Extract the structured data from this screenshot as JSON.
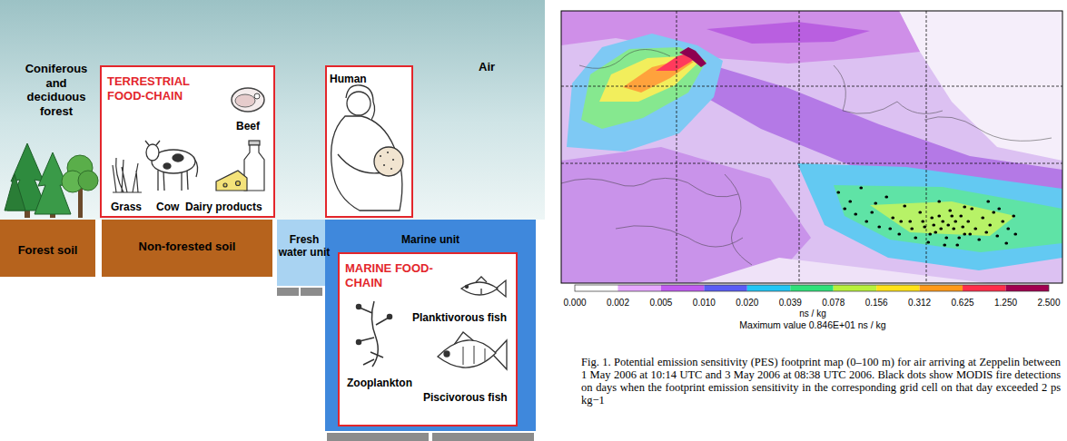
{
  "diagram": {
    "caption": "Fig. 1. Potential emission sensitivity (PES) footprint map (0–100 m) for air arriving at Zeppelin between 1 May 2006 at 10:14 UTC and 3 May 2006 at 08:38 UTC 2006. Black dots show MODIS fire detections on days when the footprint emission sensitivity in the corresponding grid cell on that day exceeded 2 ps kg−1",
    "nodes": [
      {
        "text": [
          "TERRESTRIAL FOOD-CHAIN",
          "Beef",
          "Grass",
          "Cow",
          "Dairy products"
        ]
      },
      {
        "text": [
          "Human"
        ]
      },
      {
        "text": [
          "Forest soil"
        ]
      },
      {
        "text": [
          "Non-forested soil"
        ]
      },
      {
        "text": [
          "Fresh water unit"
        ]
      },
      {
        "text": [
          "Marine unit"
        ]
      },
      {
        "text": [
          "MARINE FOOD-CHAIN",
          "Planktivorous fish",
          "Zooplankton",
          "Piscivorous fish"
        ],
        "in": 5
      }
    ],
    "labels": [
      "Coniferous and deciduous forest",
      "Air",
      "0.000",
      "0.002",
      "0.005",
      "0.010",
      "0.020",
      "0.039",
      "0.078",
      "0.156",
      "0.312",
      "0.625",
      "1.250",
      "2.500",
      "ns / kg",
      "Maximum value 0.846E+01 ns / kg"
    ]
  }
}
